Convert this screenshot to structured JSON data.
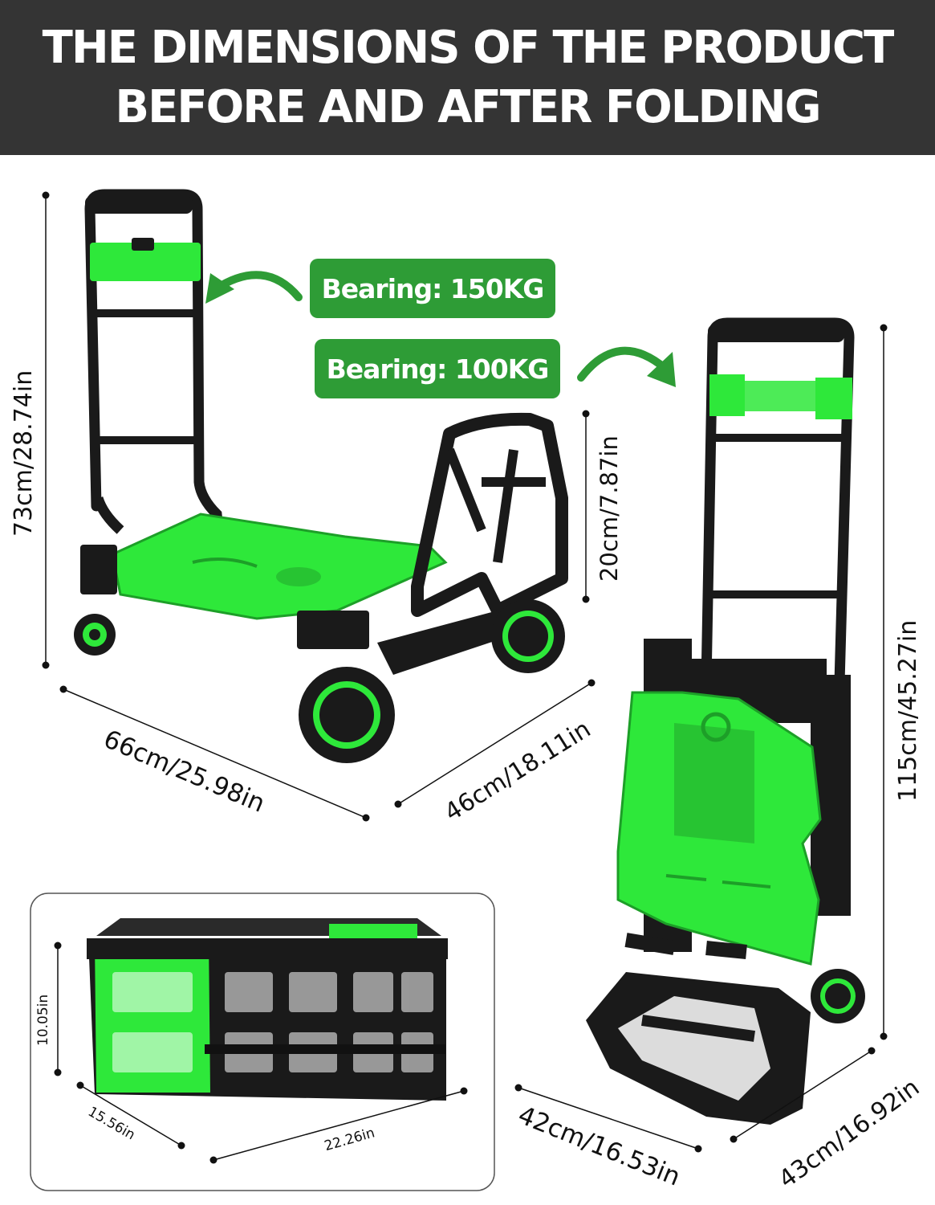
{
  "header": {
    "line1": "THE DIMENSIONS OF THE PRODUCT",
    "line2": "BEFORE AND AFTER FOLDING"
  },
  "bearing_upper": "Bearing: 150KG",
  "bearing_lower": "Bearing: 100KG",
  "unfolded": {
    "height": "73cm/28.74in",
    "length": "66cm/25.98in",
    "width": "46cm/18.11in",
    "handle_height": "20cm/7.87in"
  },
  "folded": {
    "height": "115cm/45.27in",
    "width": "42cm/16.53in",
    "depth": "43cm/16.92in"
  },
  "crate": {
    "height": "10.05in",
    "depth": "15.56in",
    "length": "22.26in"
  },
  "colors": {
    "header_bg": "#343434",
    "accent_green": "#2e9c36",
    "product_green": "#2ee83a",
    "product_black": "#1a1a1a"
  }
}
